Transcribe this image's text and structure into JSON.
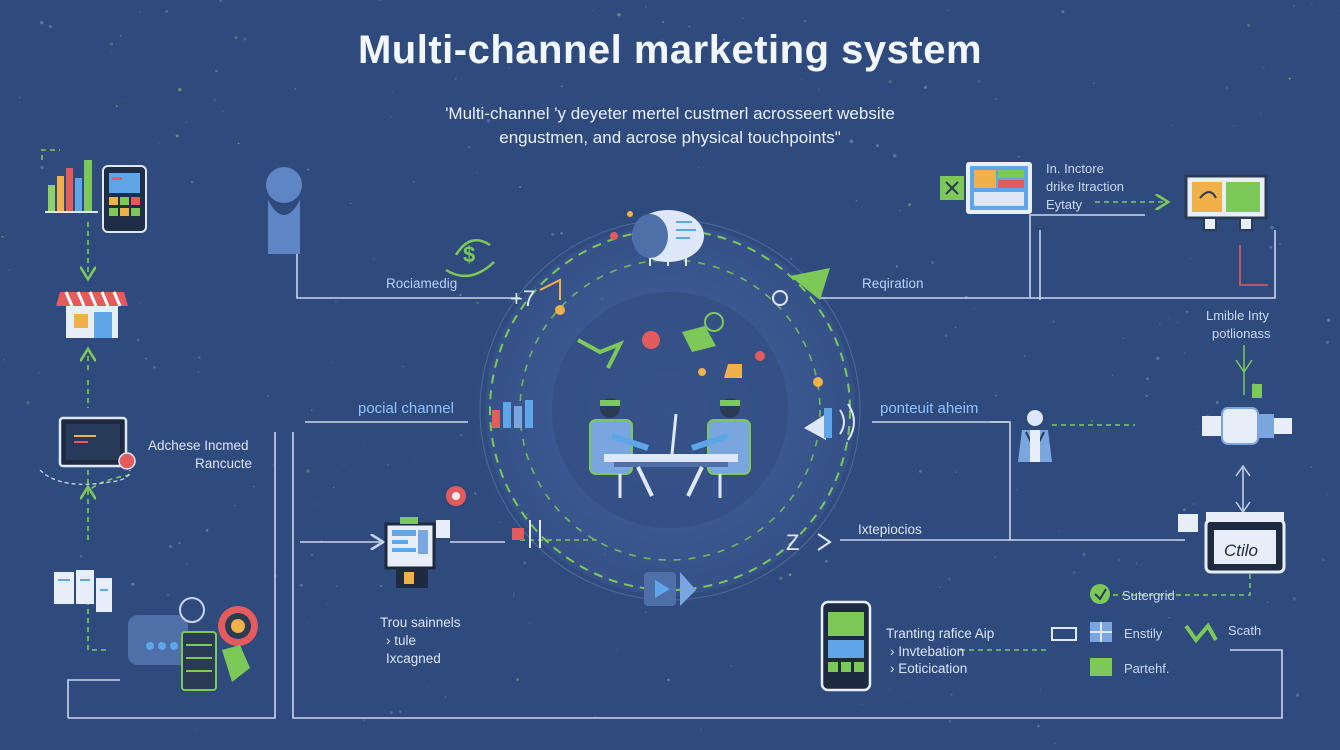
{
  "header": {
    "title": "Multi-channel marketing system",
    "subtitle_line1": "'Multi-channel 'y deyeter mertel custmerl  acrosseert website",
    "subtitle_line2": "engustmen, and acrose physical touchpoints\""
  },
  "labels": {
    "social_media": "Rociamedig",
    "registration": "Reqiration",
    "social_channel": "pocial channel",
    "point_channel": "ponteuit aheim",
    "address_l1": "Adchese Incmed",
    "address_l2": "Rancucte",
    "instore_l1": "In. Inctore",
    "instore_l2": "drike Itraction",
    "instore_l3": "Eytaty",
    "mobile_l1": "Lmible Inty",
    "mobile_l2": "potlionass",
    "explore": "Ixtepiocios",
    "trou_l1": "Trou sainnels",
    "trou_l2": "› tule",
    "trou_l3": "Ixcagned",
    "tracking_l1": "Tranting rafice Aip",
    "tracking_l2": "› Invtebation",
    "tracking_l3": "› Eoticication",
    "superpid": "Sutergrid",
    "firstly": "Enstily",
    "scath": "Scath",
    "partner": "Partehf.",
    "sign_text": "Ctilo"
  },
  "icons": [
    "bar-chart-icon",
    "tablet-dashboard-icon",
    "person-silhouette-icon",
    "storefront-icon",
    "laptop-icon",
    "dollar-icon",
    "cloud-brain-icon",
    "meeting-desk-icon",
    "monitor-dashboard-icon",
    "whiteboard-easel-icon",
    "documents-icon",
    "gear-target-icon",
    "server-stack-icon",
    "smartphone-icon",
    "chef-person-icon",
    "connector-pipe-icon",
    "calendar-sign-icon",
    "play-icon",
    "megaphone-icon",
    "fork-toggle-icon"
  ],
  "colors": {
    "background": "#2f4a7d",
    "accent_green": "#7cc95a",
    "connector_line": "#c8d4ec",
    "label_blue": "#8fc2ff"
  }
}
